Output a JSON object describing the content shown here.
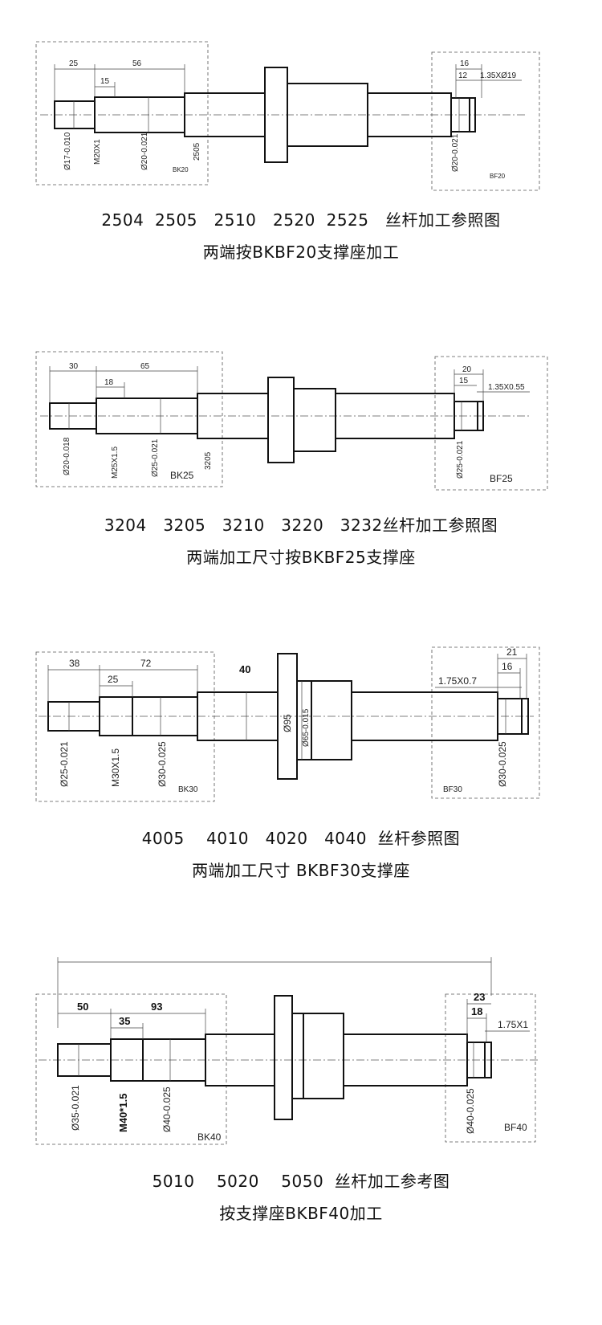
{
  "sections": [
    {
      "caption_line1": "2504  2505   2510   2520  2525   丝杆加工参照图",
      "caption_line2": "两端按BKBF20支撑座加工",
      "dims": {
        "d25": "25",
        "d56": "56",
        "d15": "15",
        "d16": "16",
        "d12": "12",
        "chamfer": "1.35XØ19",
        "dia1": "Ø17-0.010",
        "thread": "M20X1",
        "dia2": "Ø20-0.021",
        "model": "2505",
        "dia3": "Ø20-0.021",
        "bk": "BK20",
        "bf": "BF20"
      }
    },
    {
      "caption_line1": "3204   3205   3210   3220   3232丝杆加工参照图",
      "caption_line2": "两端加工尺寸按BKBF25支撑座",
      "dims": {
        "d30": "30",
        "d65": "65",
        "d18": "18",
        "d20": "20",
        "d15": "15",
        "chamfer": "1.35X0.55",
        "dia1": "Ø20-0.018",
        "thread": "M25X1.5",
        "dia2": "Ø25-0.021",
        "model": "3205",
        "dia3": "Ø25-0.021",
        "bk": "BK25",
        "bf": "BF25"
      }
    },
    {
      "caption_line1": "4005    4010   4020   4040  丝杆参照图",
      "caption_line2": "两端加工尺寸 BKBF30支撑座",
      "dims": {
        "d38": "38",
        "d72": "72",
        "d25": "25",
        "d40": "40",
        "d21": "21",
        "d16": "16",
        "chamfer": "1.75X0.7",
        "dia1": "Ø25-0.021",
        "thread": "M30X1.5",
        "dia2": "Ø30-0.025",
        "flange": "Ø95",
        "nut": "Ø65-0.015",
        "dia3": "Ø30-0.025",
        "bk": "BK30",
        "bf": "BF30"
      }
    },
    {
      "caption_line1": "5010    5020    5050  丝杆加工参考图",
      "caption_line2": "按支撑座BKBF40加工",
      "dims": {
        "d50": "50",
        "d93": "93",
        "d35": "35",
        "d23": "23",
        "d18": "18",
        "chamfer": "1.75X1",
        "dia1": "Ø35-0.021",
        "thread": "M40*1.5",
        "dia2": "Ø40-0.025",
        "dia3": "Ø40-0.025",
        "bk": "BK40",
        "bf": "BF40"
      }
    }
  ]
}
